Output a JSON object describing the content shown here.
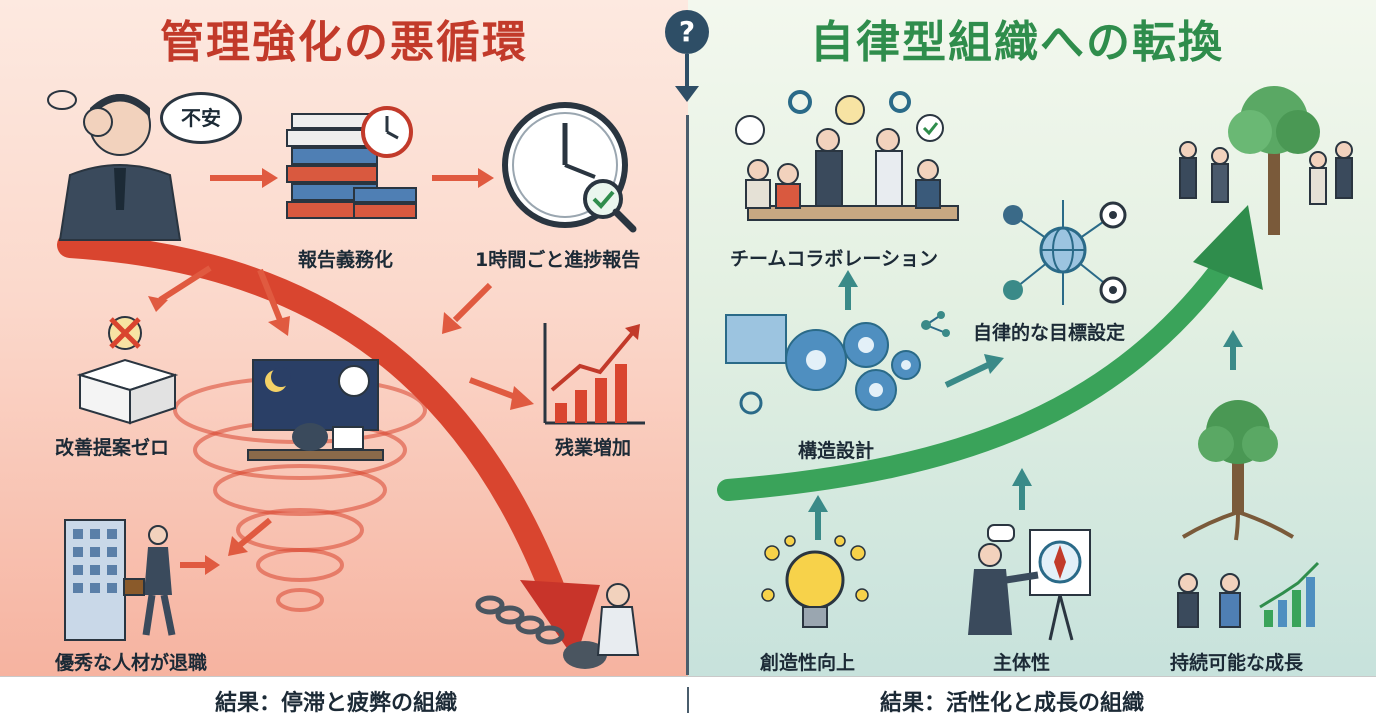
{
  "left": {
    "title": "管理強化の悪循環",
    "speech": "不安",
    "labels": {
      "reporting_duty": "報告義務化",
      "hourly_report": "1時間ごと進捗報告",
      "zero_suggestions": "改善提案ゼロ",
      "overtime": "残業増加",
      "talent_leaving": "優秀な人材が退職"
    },
    "result": "結果：停滞と疲弊の組織",
    "colors": {
      "accent": "#c23a2a",
      "arrow": "#d9452f"
    }
  },
  "center": {
    "question_mark": "?"
  },
  "right": {
    "title": "自律型組織への転換",
    "labels": {
      "team_collab": "チームコラボレーション",
      "autonomous_goals": "自律的な目標設定",
      "structure_design": "構造設計",
      "creativity": "創造性向上",
      "ownership": "主体性",
      "sustainable_growth": "持続可能な成長"
    },
    "result": "結果：活性化と成長の組織",
    "colors": {
      "accent": "#2f8d4c",
      "arrow": "#3aa35a"
    }
  }
}
